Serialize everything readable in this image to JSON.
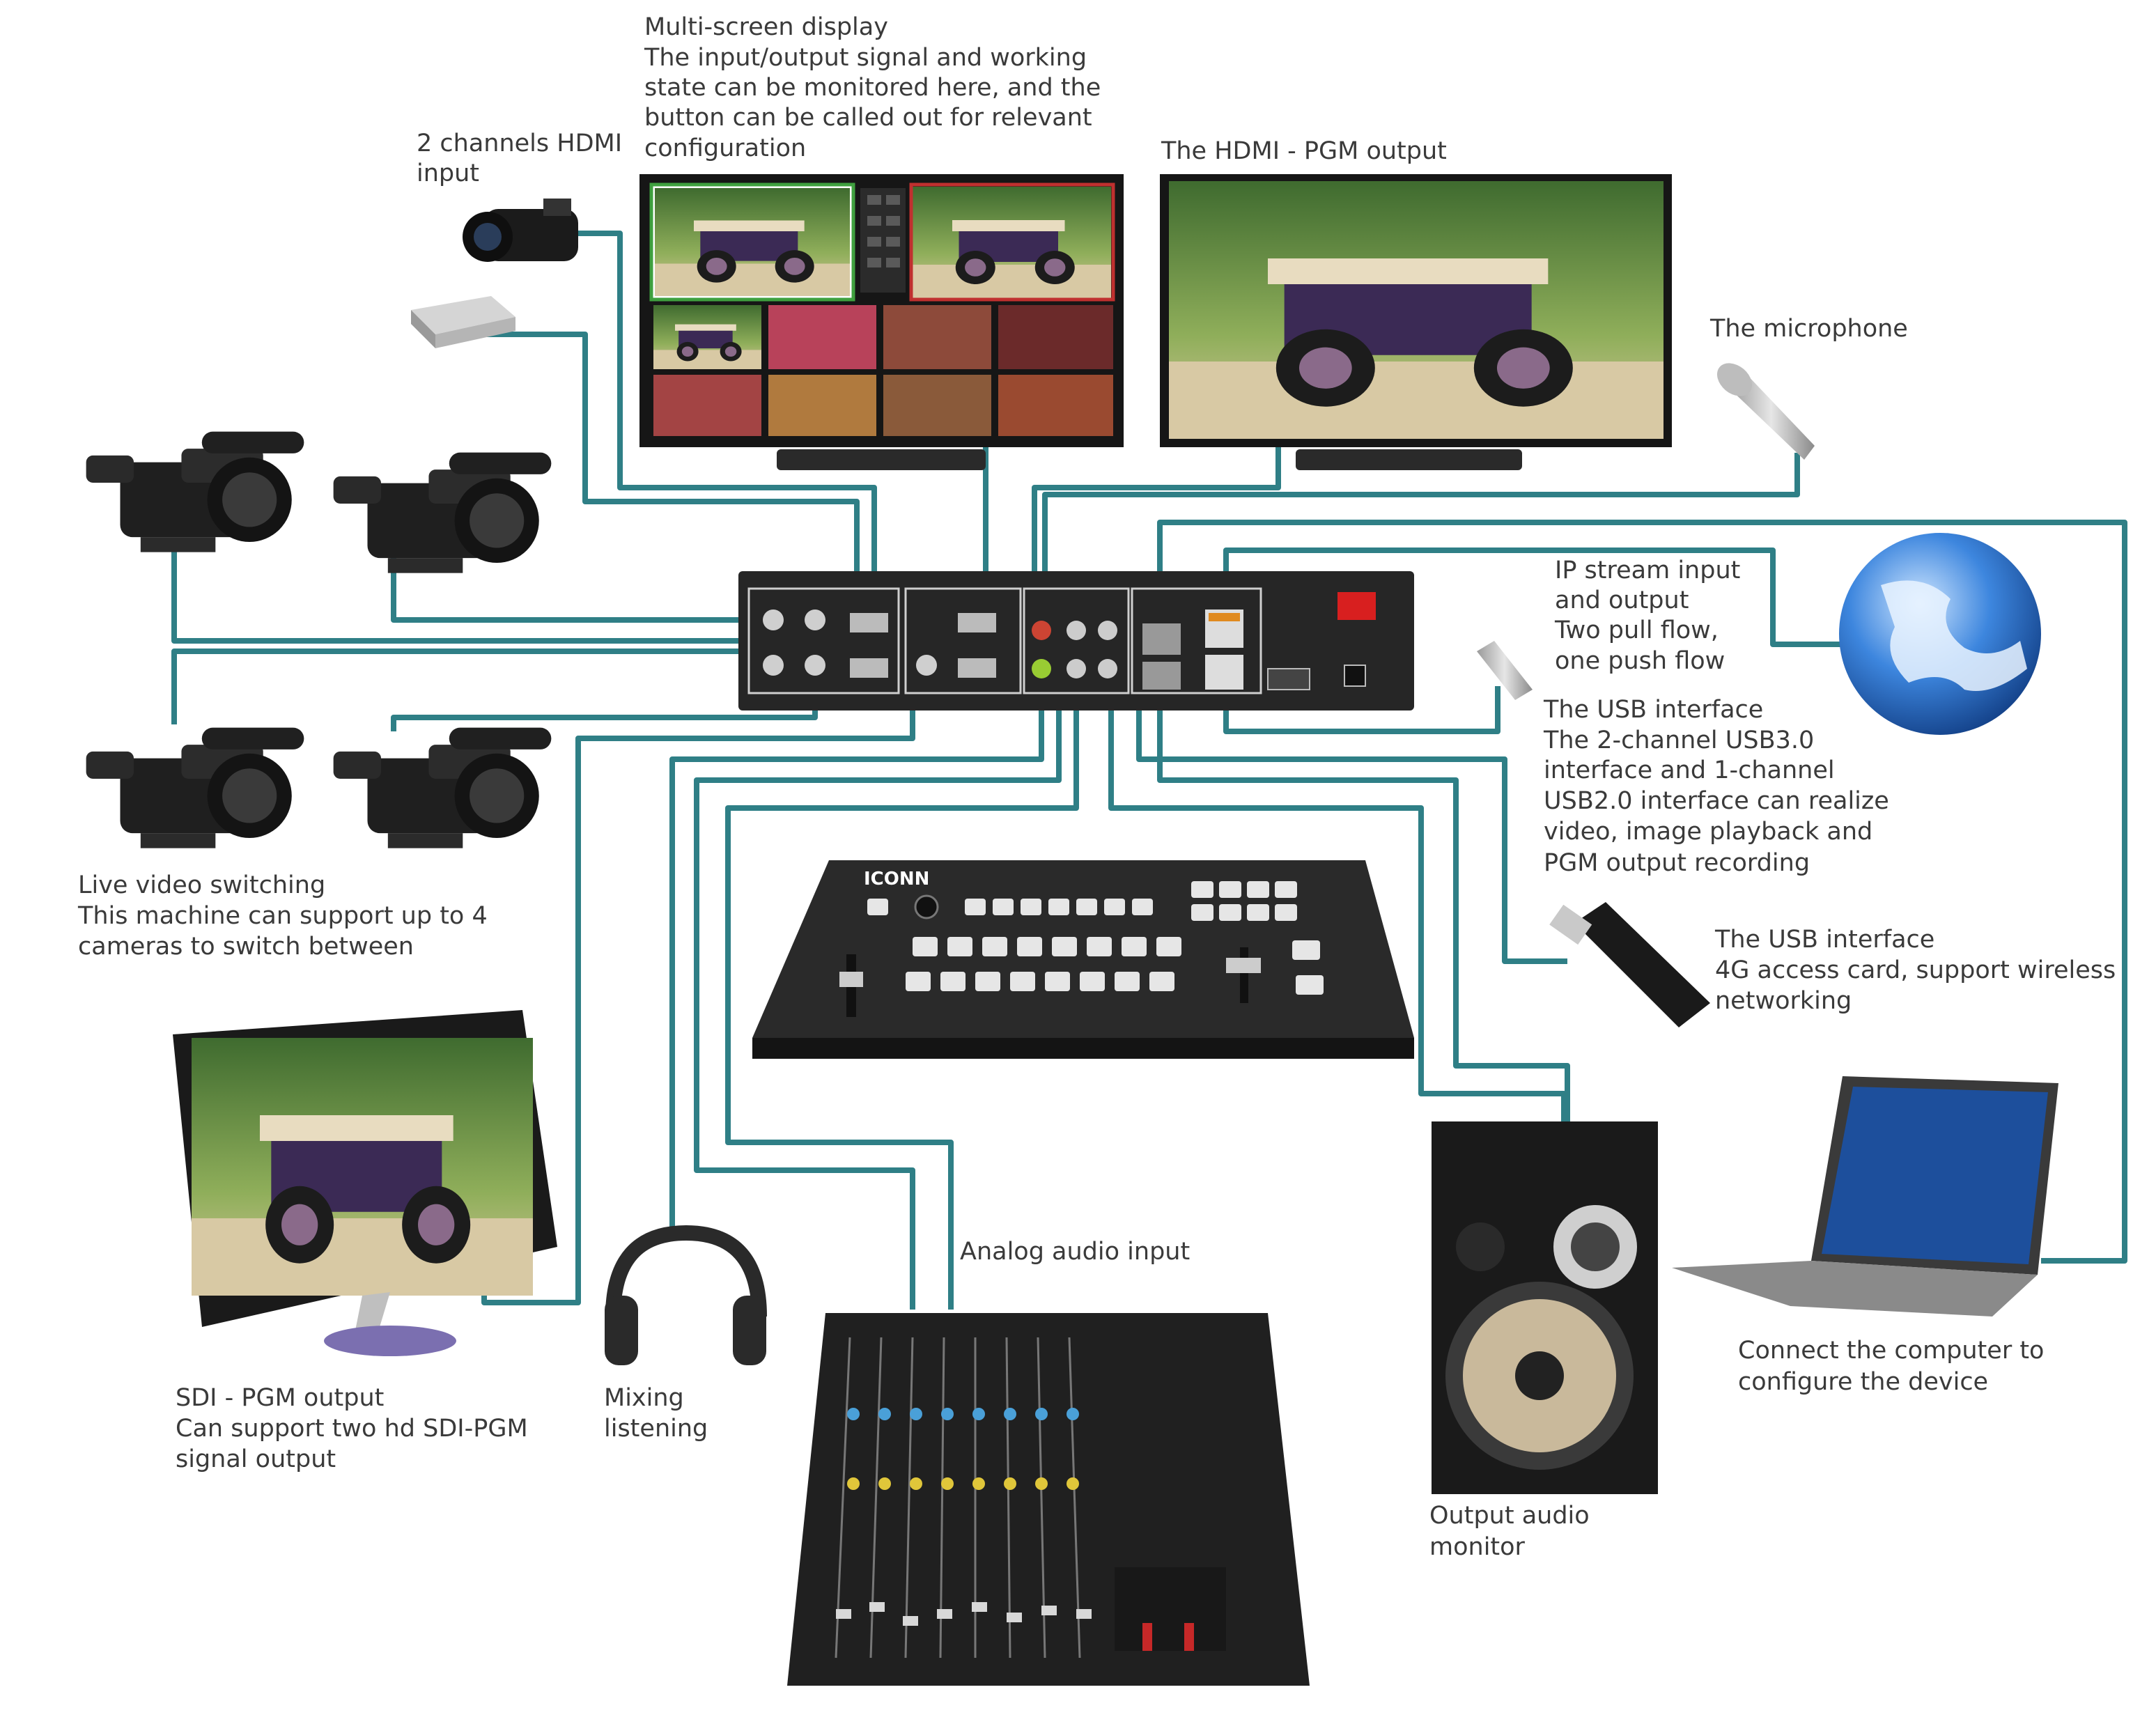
{
  "labels": {
    "multiscreen": [
      "Multi-screen display",
      "The input/output signal and working",
      "state can be monitored here, and the",
      "button can be called out for relevant",
      "configuration"
    ],
    "hdmi_input": [
      "2 channels HDMI",
      "input"
    ],
    "hdmi_pgm": [
      "The HDMI - PGM output"
    ],
    "microphone": [
      "The microphone"
    ],
    "ip_stream": [
      "IP stream input",
      "and output",
      "Two pull flow,",
      "one push flow"
    ],
    "usb_interface": [
      "The USB interface",
      "The 2-channel USB3.0",
      "interface and 1-channel",
      "USB2.0 interface can realize",
      "video, image playback and",
      "PGM output recording"
    ],
    "usb_4g": [
      "The USB interface",
      "4G access card, support wireless",
      "networking"
    ],
    "live_switching": [
      "Live video switching",
      "This machine can support up to 4",
      "cameras to switch between"
    ],
    "sdi_pgm": [
      "SDI - PGM output",
      "Can support two hd SDI-PGM",
      "signal output"
    ],
    "mixing": [
      "Mixing",
      "listening"
    ],
    "analog_audio": [
      "Analog audio input"
    ],
    "output_monitor": [
      "Output audio",
      "monitor"
    ],
    "computer": [
      "Connect the computer to",
      "configure the device"
    ]
  },
  "brand": {
    "controller_logo": "ICONN"
  },
  "colors": {
    "cable": "#2f7f86",
    "text": "#3a3a3a",
    "device_body": "#2b2b2b",
    "monitor_border_green": "#3fa03f",
    "monitor_border_red": "#c0302f",
    "globe": "#2a6cc8",
    "power_switch": "#d81f1f"
  },
  "icons": {
    "camcorder": "camcorder-icon",
    "hdmi_box": "hdmi-box-icon",
    "pro_camera": "video-camera-icon",
    "monitor": "monitor-icon",
    "microphone": "microphone-icon",
    "globe": "globe-icon",
    "usb_stick": "usb-stick-icon",
    "usb_4g_dongle": "usb-4g-dongle-icon",
    "controller": "switcher-controller-icon",
    "mixer": "audio-mixer-icon",
    "speaker": "speaker-icon",
    "headphones": "headphones-icon",
    "laptop": "laptop-icon",
    "switcher": "video-switcher-icon"
  }
}
